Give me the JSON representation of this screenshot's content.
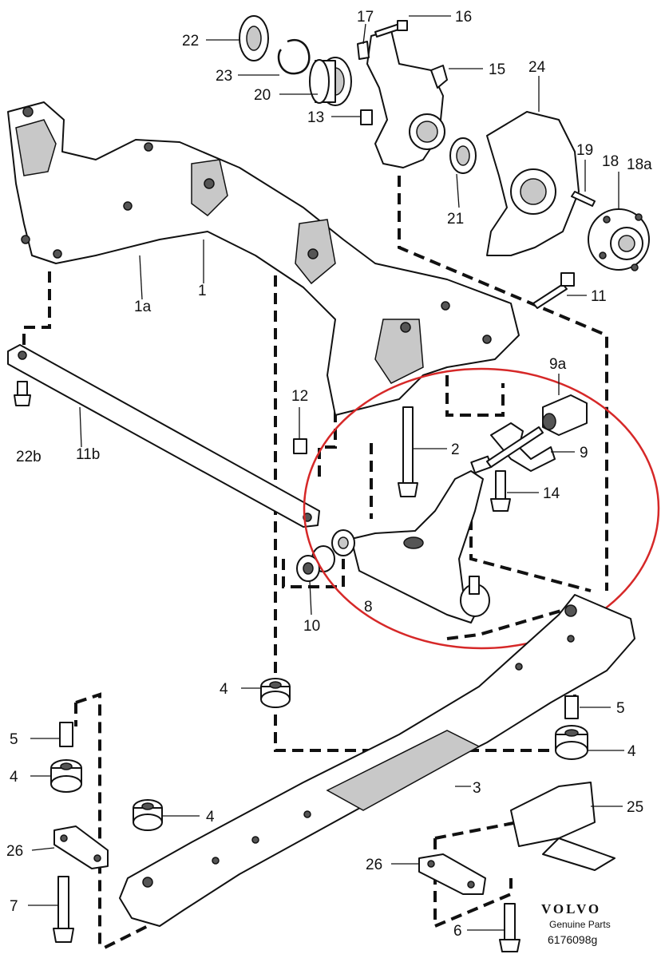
{
  "callouts": {
    "c22": "22",
    "c23": "23",
    "c20": "20",
    "c13": "13",
    "c17": "17",
    "c16": "16",
    "c15": "15",
    "c24": "24",
    "c19": "19",
    "c18": "18",
    "c18a": "18a",
    "c21": "21",
    "c1": "1",
    "c1a": "1a",
    "c11": "11",
    "c9a": "9a",
    "c12": "12",
    "c2": "2",
    "c9": "9",
    "c14": "14",
    "c22b": "22b",
    "c11b": "11b",
    "c10": "10",
    "c8": "8",
    "c4_top": "4",
    "c5_right": "5",
    "c4_right": "4",
    "c5_left": "5",
    "c4_left": "4",
    "c3": "3",
    "c25": "25",
    "c4_mid": "4",
    "c26_left": "26",
    "c26_right": "26",
    "c7": "7",
    "c6": "6"
  },
  "branding": {
    "logo_text": "VOLVO",
    "subtitle": "Genuine Parts",
    "part_number": "6176098g"
  },
  "colors": {
    "highlight_circle": "#d62828",
    "line": "#111111"
  }
}
